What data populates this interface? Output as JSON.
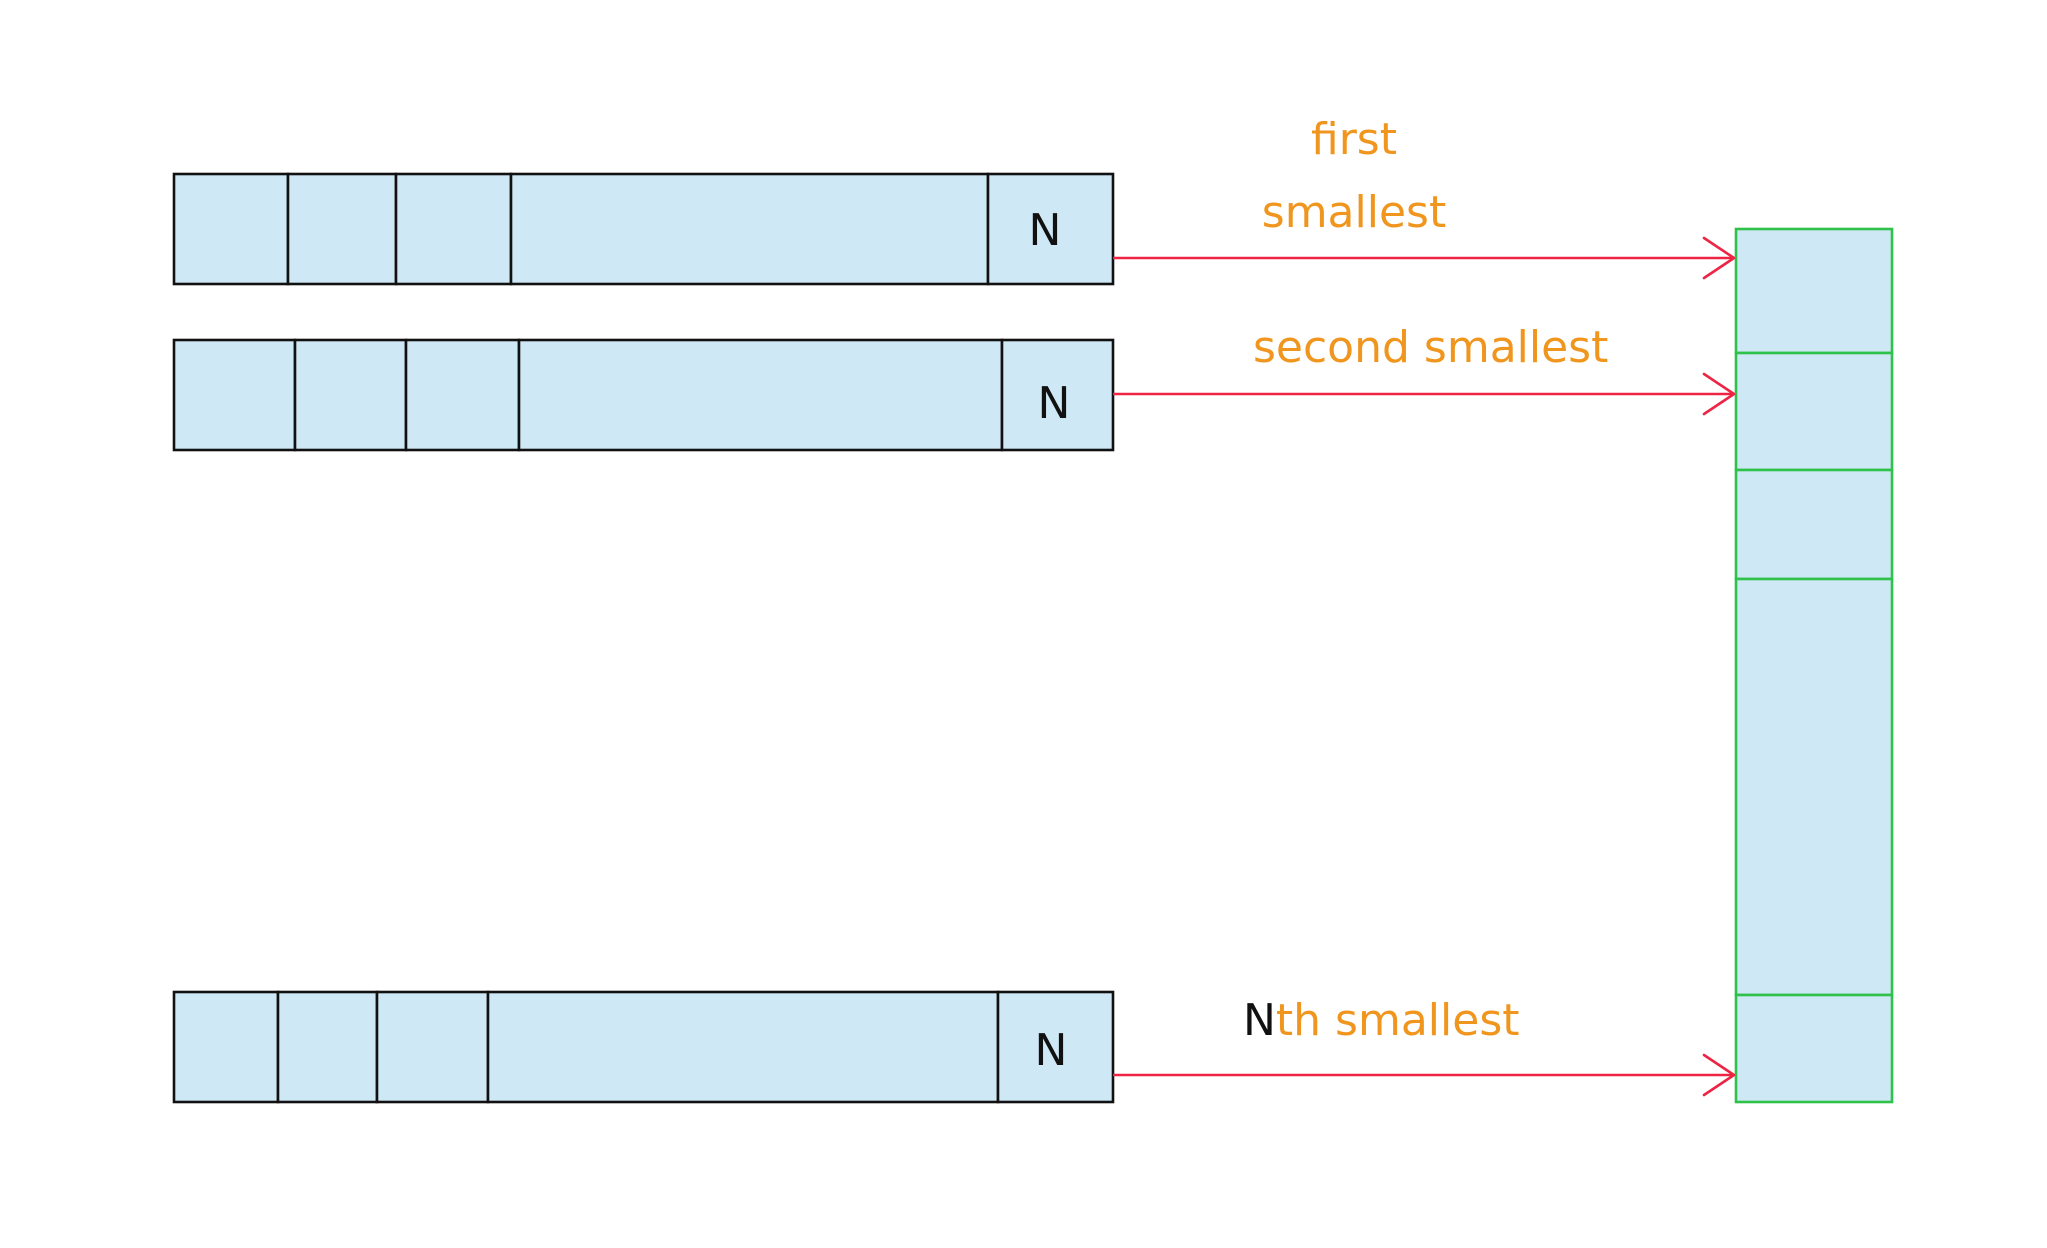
{
  "arrays": [
    {
      "last_cell_label": "N"
    },
    {
      "last_cell_label": "N"
    },
    {
      "last_cell_label": "N"
    }
  ],
  "labels": {
    "first_line1": "first",
    "first_line2": "smallest",
    "second": "second smallest",
    "nth_prefix": "N",
    "nth_suffix": "th smallest"
  },
  "colors": {
    "cell_fill": "#cfe8f6",
    "cell_border": "#111111",
    "result_border": "#2fc24a",
    "arrow": "#ee2445",
    "label": "#f0961e"
  }
}
